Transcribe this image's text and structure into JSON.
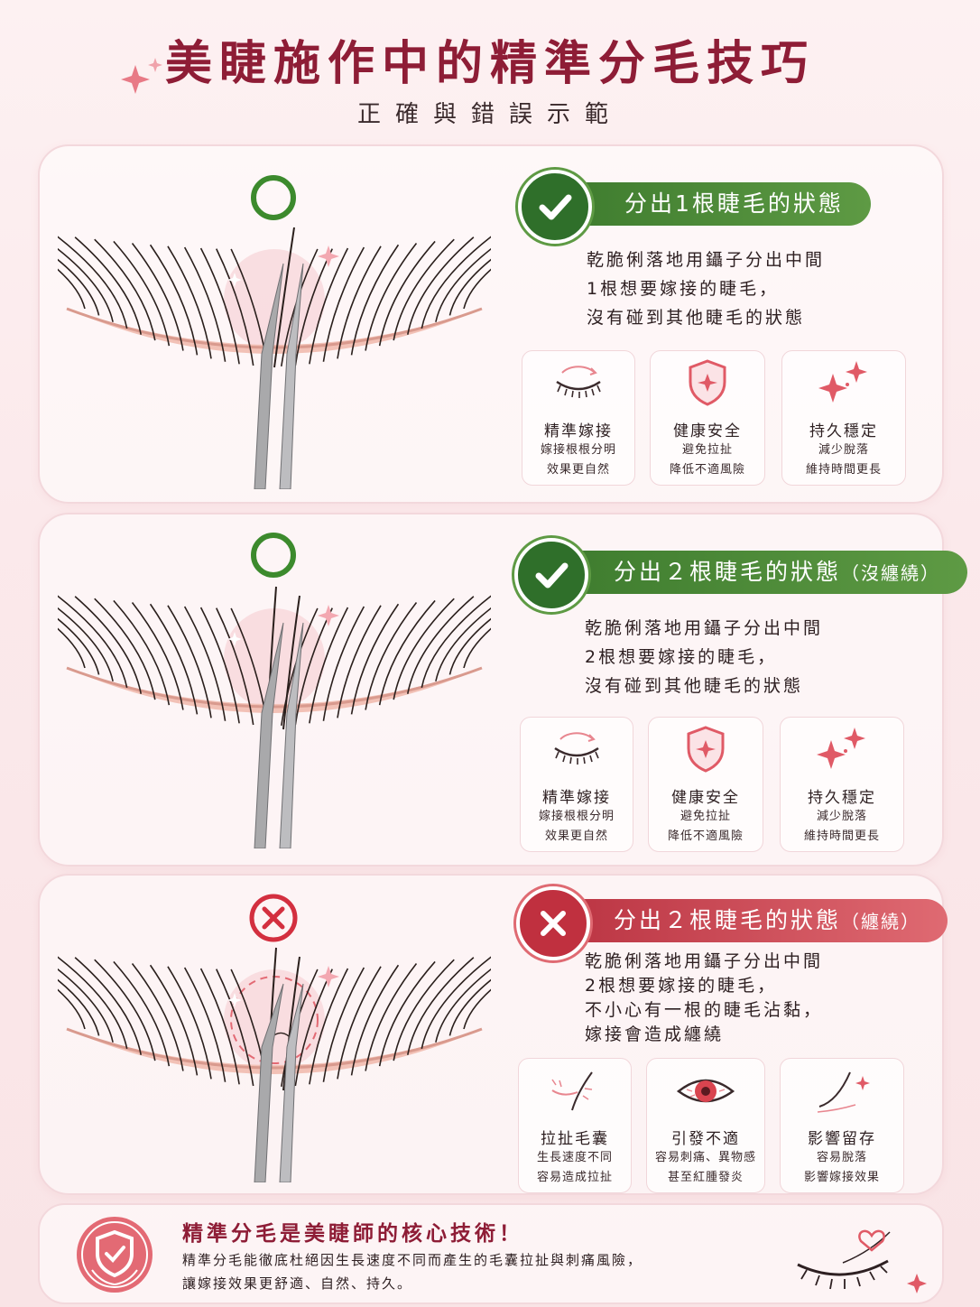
{
  "title": "美睫施作中的精準分毛技巧",
  "subtitle": "正確與錯誤示範",
  "sections": [
    {
      "type": "correct",
      "state_symbol": "○",
      "pill_title": "分出1根睫毛的狀態",
      "pill_note": "",
      "desc": [
        "乾脆俐落地用鑷子分出中間",
        "1根想要嫁接的睫毛，",
        "沒有碰到其他睫毛的狀態"
      ],
      "features": [
        {
          "icon": "closed-eye-icon",
          "name": "精準嫁接",
          "l1": "嫁接根根分明",
          "l2": "效果更自然"
        },
        {
          "icon": "shield-icon",
          "name": "健康安全",
          "l1": "避免拉扯",
          "l2": "降低不適風險"
        },
        {
          "icon": "sparkle-icon",
          "name": "持久穩定",
          "l1": "減少脫落",
          "l2": "維持時間更長"
        }
      ]
    },
    {
      "type": "correct",
      "state_symbol": "○",
      "pill_title": "分出２根睫毛的狀態",
      "pill_note": "（沒纏繞）",
      "desc": [
        "乾脆俐落地用鑷子分出中間",
        "2根想要嫁接的睫毛，",
        "沒有碰到其他睫毛的狀態"
      ],
      "features": [
        {
          "icon": "closed-eye-icon",
          "name": "精準嫁接",
          "l1": "嫁接根根分明",
          "l2": "效果更自然"
        },
        {
          "icon": "shield-icon",
          "name": "健康安全",
          "l1": "避免拉扯",
          "l2": "降低不適風險"
        },
        {
          "icon": "sparkle-icon",
          "name": "持久穩定",
          "l1": "減少脫落",
          "l2": "維持時間更長"
        }
      ]
    },
    {
      "type": "wrong",
      "state_symbol": "✕",
      "pill_title": "分出２根睫毛的狀態",
      "pill_note": "（纏繞）",
      "desc": [
        "乾脆俐落地用鑷子分出中間",
        "2根想要嫁接的睫毛，",
        "不小心有一根的睫毛沾黏，",
        "嫁接會造成纏繞"
      ],
      "features": [
        {
          "icon": "pulled-lash-icon",
          "name": "拉扯毛囊",
          "l1": "生長速度不同",
          "l2": "容易造成拉扯"
        },
        {
          "icon": "red-eye-icon",
          "name": "引發不適",
          "l1": "容易刺痛、異物感",
          "l2": "甚至紅腫發炎"
        },
        {
          "icon": "falling-lash-icon",
          "name": "影響留存",
          "l1": "容易脫落",
          "l2": "影響嫁接效果"
        }
      ]
    }
  ],
  "footer": {
    "title": "精準分毛是美睫師的核心技術！",
    "line1": "精準分毛能徹底杜絕因生長速度不同而產生的毛囊拉扯與刺痛風險，",
    "line2": "讓嫁接效果更舒適、自然、持久。"
  },
  "colors": {
    "accent": "#8e1d36",
    "good": "#3c7a2d",
    "bad": "#c0303f"
  }
}
